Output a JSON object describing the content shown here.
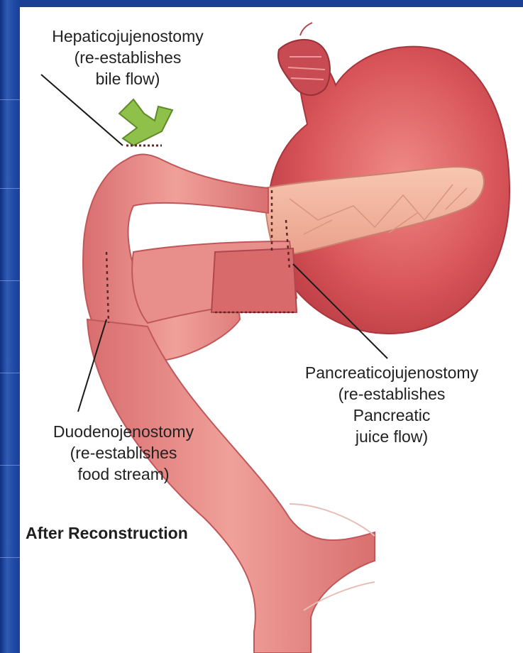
{
  "labels": {
    "hepatico": {
      "line1": "Hepaticojujenostomy",
      "line2": "(re-establishes",
      "line3": "bile flow)"
    },
    "pancreatico": {
      "line1": "Pancreaticojujenostomy",
      "line2": "(re-establishes",
      "line3": "Pancreatic",
      "line4": "juice flow)"
    },
    "duodeno": {
      "line1": "Duodenojenostomy",
      "line2": "(re-establishes",
      "line3": "food stream)"
    }
  },
  "caption": "After Reconstruction",
  "colors": {
    "slide_background": "#1a3f95",
    "stomach": "#d9565a",
    "intestine": "#e88a87",
    "pancreas": "#f2b49e",
    "bile_duct": "#8fc04a",
    "suture": "#5a2a2a"
  }
}
